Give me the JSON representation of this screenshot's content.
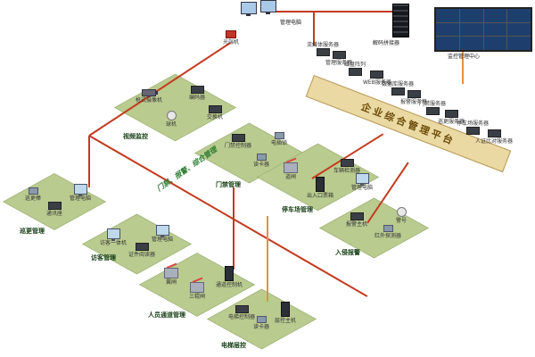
{
  "banner": {
    "label": "企业综合管理平台"
  },
  "control_center": {
    "clients_label": "管理电脑",
    "optical_label": "光端机",
    "decoder_label": "解码拼接器",
    "wall_label": "监控管理中心"
  },
  "subsystem_text": "门禁、报警、综合管理",
  "servers": [
    "流媒体服务器",
    "管理服务器",
    "磁盘阵列",
    "WEB服务器",
    "数据库服务器",
    "报警服务器",
    "门禁服务器",
    "巡更服务器",
    "停车场服务器",
    "人证比对服务器"
  ],
  "panels": [
    {
      "id": "video",
      "label": "视频监控",
      "devices": [
        "枪式摄像机",
        "球机",
        "编码器",
        "交换机"
      ]
    },
    {
      "id": "access",
      "label": "门禁管理",
      "devices": [
        "门禁控制器",
        "读卡器",
        "电插锁"
      ]
    },
    {
      "id": "parking",
      "label": "停车场管理",
      "devices": [
        "道闸",
        "出入口票箱",
        "车辆检测器",
        "管理电脑"
      ]
    },
    {
      "id": "alarm",
      "label": "入侵报警",
      "devices": [
        "报警主机",
        "红外探测器",
        "警号"
      ]
    },
    {
      "id": "patrol",
      "label": "巡更管理",
      "devices": [
        "巡更棒",
        "通讯座",
        "管理电脑"
      ]
    },
    {
      "id": "visitor",
      "label": "访客管理",
      "devices": [
        "访客一体机",
        "证件阅读器",
        "管理电脑"
      ]
    },
    {
      "id": "passage",
      "label": "人员通道管理",
      "devices": [
        "翼闸",
        "三辊闸",
        "通道控制机"
      ]
    },
    {
      "id": "elevator",
      "label": "电梯层控",
      "devices": [
        "电梯控制器",
        "读卡器",
        "层控主机"
      ]
    }
  ],
  "colors": {
    "panel_green": "#b9cb8f",
    "banner_beige": "#ead9a2",
    "line_red": "#c33a1e",
    "line_orange": "#e2913f"
  }
}
